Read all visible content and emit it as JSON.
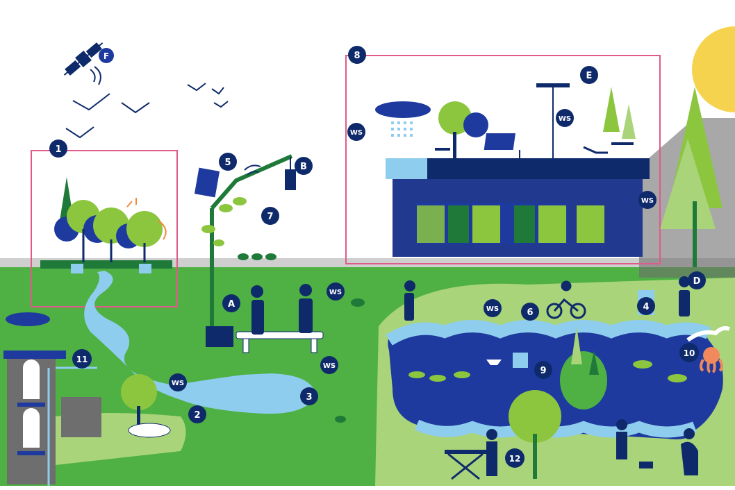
{
  "markers": {
    "m1": "1",
    "m2": "2",
    "m3": "3",
    "m4": "4",
    "m5": "5",
    "m6": "6",
    "m7": "7",
    "m8": "8",
    "m9": "9",
    "m10": "10",
    "m11": "11",
    "m12": "12",
    "mA": "A",
    "mB": "B",
    "mD": "D",
    "mE": "E",
    "mF": "F"
  },
  "ws_label": "WS",
  "icons": [
    "satellite-icon",
    "solar-panel-icon",
    "weather-station-icon",
    "smart-lamp-icon",
    "bench-icon",
    "bicycle-icon",
    "seagull-icon",
    "octopus-icon",
    "boat-icon",
    "dog-walker-icon",
    "cloud-rain-icon",
    "sun-icon"
  ],
  "colors": {
    "navy": "#0e2a6b",
    "grass": "#4fb043",
    "grass_light": "#a9d47a",
    "water": "#8ecdee",
    "water_deep": "#1e3a9e",
    "building": "#213a8f",
    "frame": "#e05a8a",
    "sun": "#f6d34f",
    "tree_dark": "#1f7a3a",
    "tree_light": "#8cc63f"
  }
}
